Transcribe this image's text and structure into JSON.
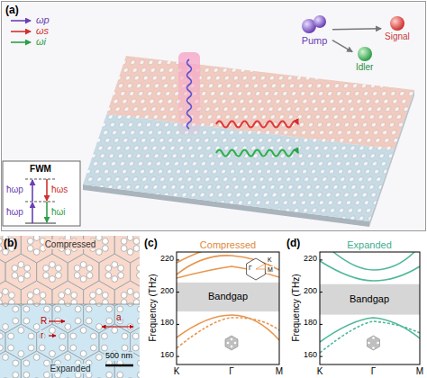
{
  "diagram": {
    "nodes": [
      {
        "text": [
          "Pump"
        ]
      },
      {
        "text": [
          "Signal"
        ]
      },
      {
        "text": [
          "Idler"
        ]
      }
    ],
    "edges": [
      {
        "from": 0,
        "to": 1,
        "arrow": "to"
      },
      {
        "from": 0,
        "to": 2,
        "arrow": "to"
      }
    ],
    "labels": [
      "(a)",
      "FWM",
      "ħωp",
      "ħωp",
      "ħωs",
      "ħωi",
      "(b)",
      "Compressed",
      "Expanded",
      "R",
      "r",
      "a",
      "500 nm",
      "(c)",
      "Compressed",
      "220",
      "200",
      "180",
      "160",
      "Frequency (THz)",
      "Bandgap",
      "K",
      "Γ",
      "M",
      "M",
      "Γ",
      "K",
      "(d)",
      "Expanded",
      "220",
      "200",
      "180",
      "160",
      "Frequency (THz)",
      "Bandgap",
      "K",
      "Γ",
      "M"
    ],
    "legend": [
      {
        "text": "ωp"
      },
      {
        "text": "ωs"
      },
      {
        "text": "ωi"
      }
    ]
  }
}
